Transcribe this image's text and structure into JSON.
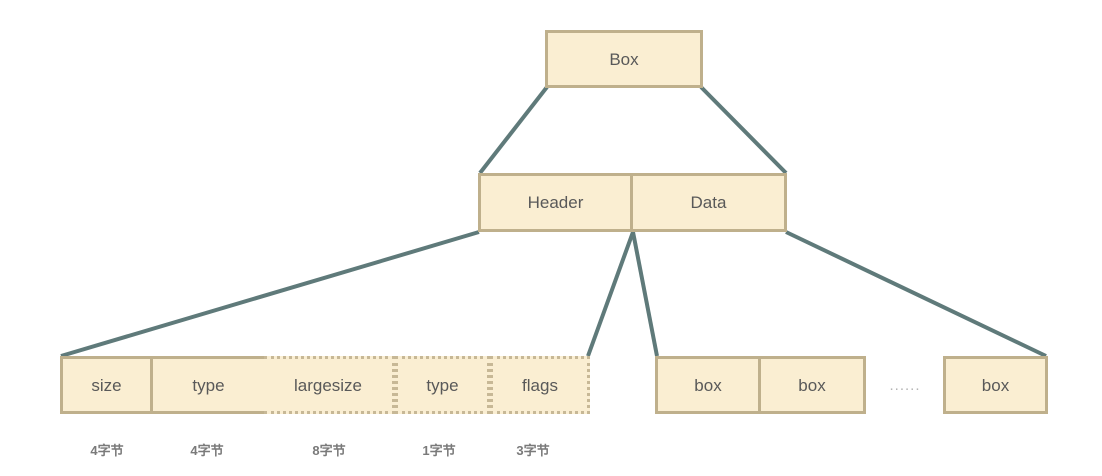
{
  "diagram": {
    "title_node": {
      "label": "Box"
    },
    "level2": {
      "header": {
        "label": "Header"
      },
      "data": {
        "label": "Data"
      }
    },
    "header_fields": {
      "cells": [
        {
          "label": "size",
          "style": "solid",
          "bytes": "4字节"
        },
        {
          "label": "type",
          "style": "solid",
          "bytes": "4字节"
        },
        {
          "label": "largesize",
          "style": "dotted",
          "bytes": "8字节"
        },
        {
          "label": "type",
          "style": "dotted",
          "bytes": "1字节"
        },
        {
          "label": "flags",
          "style": "dotted",
          "bytes": "3字节"
        }
      ]
    },
    "data_children": {
      "boxes": [
        {
          "label": "box"
        },
        {
          "label": "box"
        }
      ],
      "ellipsis": "......",
      "trailing_box": {
        "label": "box"
      }
    },
    "colors": {
      "node_fill": "#faeed2",
      "node_border": "#bfb08c",
      "connector": "#5f7a7a",
      "text": "#595959",
      "label_text": "#7a7a7a",
      "ellipsis_text": "#b4b4b4",
      "background": "#ffffff"
    }
  }
}
